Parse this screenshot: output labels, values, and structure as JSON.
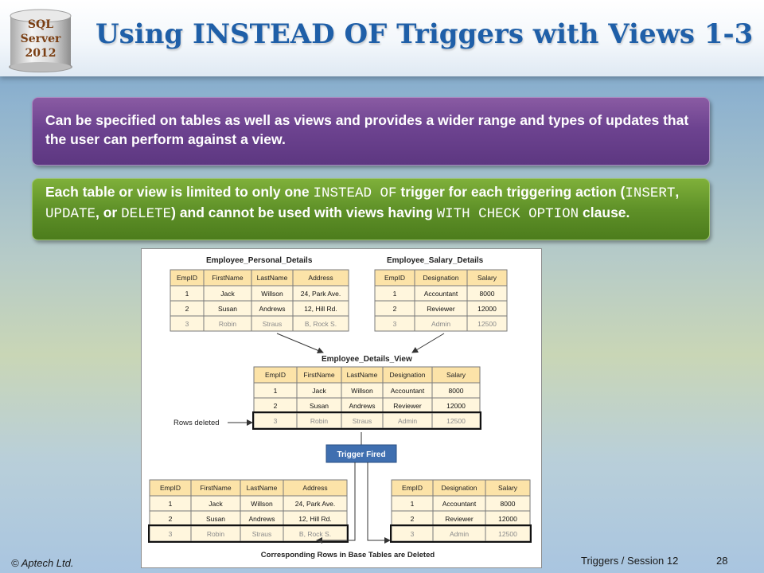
{
  "logo": {
    "line1": "SQL",
    "line2": "Server",
    "line3": "2012"
  },
  "title": "Using INSTEAD OF Triggers with Views 1-3",
  "bullet1": "Can be specified on tables as well as views and provides a wider range and types of updates that the user can perform against a view.",
  "bullet2": {
    "t1": "Each table or view is limited to only one ",
    "c1": "INSTEAD OF",
    "t2": " trigger for each triggering action (",
    "c2": "INSERT",
    "t3": ", ",
    "c3": "UPDATE",
    "t4": ", or ",
    "c4": "DELETE",
    "t5": ") and cannot be used with views having ",
    "c5": "WITH CHECK OPTION",
    "t6": " clause."
  },
  "diagram": {
    "personal_title": "Employee_Personal_Details",
    "salary_title": "Employee_Salary_Details",
    "view_title": "Employee_Details_View",
    "personal_headers": [
      "EmpID",
      "FirstName",
      "LastName",
      "Address"
    ],
    "personal_rows": [
      [
        "1",
        "Jack",
        "Willson",
        "24, Park Ave."
      ],
      [
        "2",
        "Susan",
        "Andrews",
        "12, Hill Rd."
      ],
      [
        "3",
        "Robin",
        "Straus",
        "B, Rock S."
      ]
    ],
    "salary_headers": [
      "EmpID",
      "Designation",
      "Salary"
    ],
    "salary_rows": [
      [
        "1",
        "Accountant",
        "8000"
      ],
      [
        "2",
        "Reviewer",
        "12000"
      ],
      [
        "3",
        "Admin",
        "12500"
      ]
    ],
    "view_headers": [
      "EmpID",
      "FirstName",
      "LastName",
      "Designation",
      "Salary"
    ],
    "view_rows": [
      [
        "1",
        "Jack",
        "Willson",
        "Accountant",
        "8000"
      ],
      [
        "2",
        "Susan",
        "Andrews",
        "Reviewer",
        "12000"
      ],
      [
        "3",
        "Robin",
        "Straus",
        "Admin",
        "12500"
      ]
    ],
    "rows_deleted_label": "Rows deleted",
    "trigger_label": "Trigger Fired",
    "bottom_caption": "Corresponding Rows in Base Tables are Deleted"
  },
  "footer": {
    "copyright": "© Aptech Ltd.",
    "session": "Triggers / Session 12",
    "page": "28"
  },
  "colors": {
    "table_header": "#fce3a8",
    "table_cell": "#fff6dd",
    "table_border": "#7a7a7a",
    "trigger_box": "#3f6fb0"
  }
}
